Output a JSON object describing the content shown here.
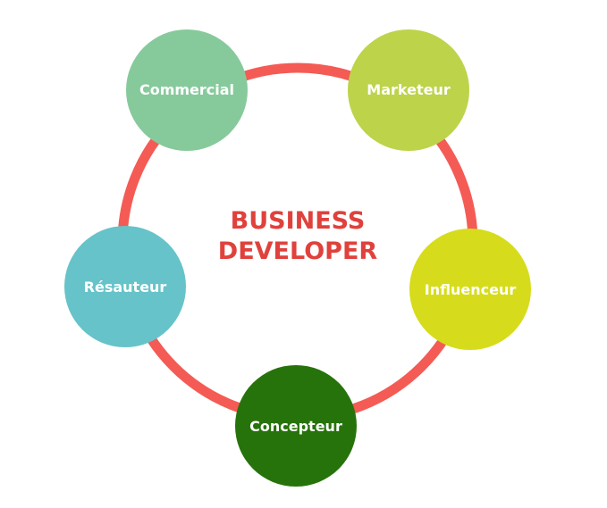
{
  "center": {
    "line1": "BUSINESS",
    "line2": "DEVELOPER",
    "color": "#e0413c"
  },
  "ring_color": "#f45b55",
  "nodes": [
    {
      "label": "Commercial",
      "color": "#86ca9c"
    },
    {
      "label": "Marketeur",
      "color": "#bdd34a"
    },
    {
      "label": "Influenceur",
      "color": "#d6dc1b"
    },
    {
      "label": "Concepteur",
      "color": "#27730b"
    },
    {
      "label": "Résauteur",
      "color": "#66c3c9"
    }
  ]
}
